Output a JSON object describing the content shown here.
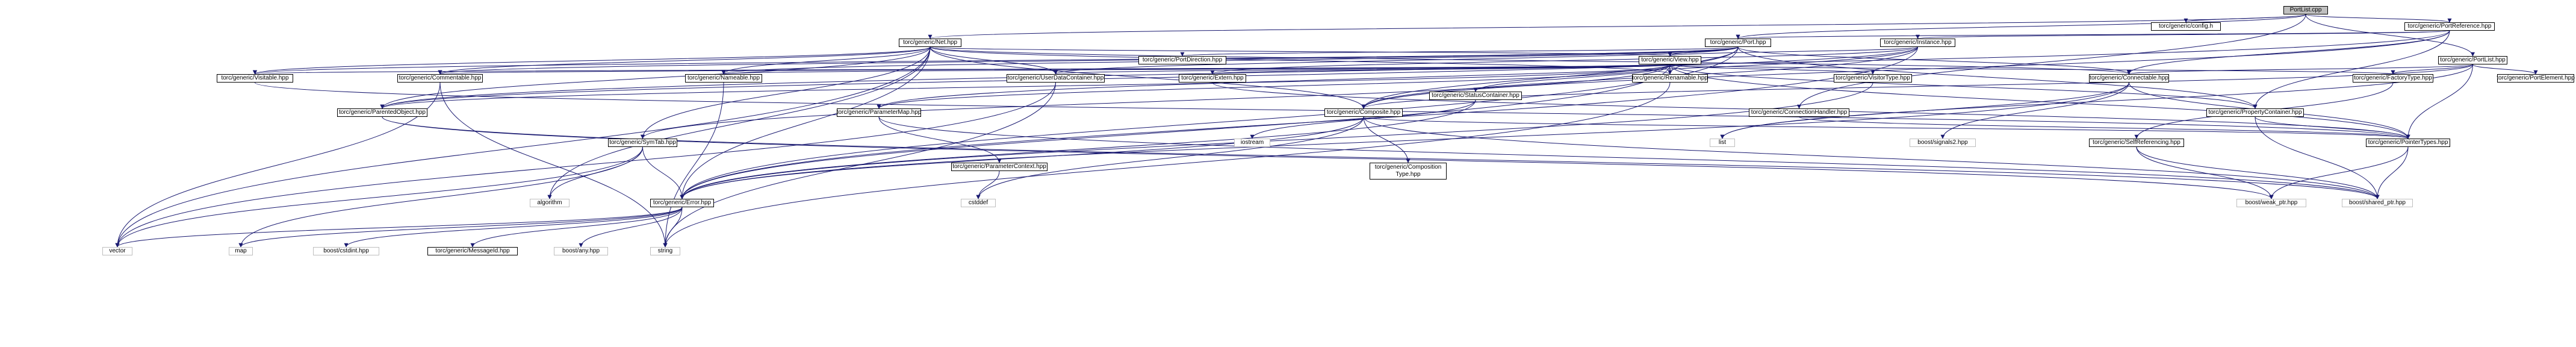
{
  "nodes": {
    "portlist_cpp": "PortList.cpp",
    "config_h": "torc/generic/config.h",
    "port_reference": "torc/generic/PortReference.hpp",
    "net": "torc/generic/Net.hpp",
    "port": "torc/generic/Port.hpp",
    "instance": "torc/generic/Instance.hpp",
    "port_direction": "torc/generic/PortDirection.hpp",
    "view": "torc/generic/View.hpp",
    "port_list": "torc/generic/PortList.hpp",
    "visitable": "torc/generic/Visitable.hpp",
    "commentable": "torc/generic/Commentable.hpp",
    "nameable": "torc/generic/Nameable.hpp",
    "user_data_container": "torc/generic/UserDataContainer.hpp",
    "extern": "torc/generic/Extern.hpp",
    "status_container": "torc/generic/StatusContainer.hpp",
    "renamable": "torc/generic/Renamable.hpp",
    "visitor_type": "torc/generic/VisitorType.hpp",
    "connectable": "torc/generic/Connectable.hpp",
    "factory_type": "torc/generic/FactoryType.hpp",
    "port_element": "torc/generic/PortElement.hpp",
    "property_container": "torc/generic/PropertyContainer.hpp",
    "connection_handler": "torc/generic/ConnectionHandler.hpp",
    "composite": "torc/generic/Composite.hpp",
    "parameter_map": "torc/generic/ParameterMap.hpp",
    "parented_object": "torc/generic/ParentedObject.hpp",
    "symtab": "torc/generic/SymTab.hpp",
    "iostream": "iostream",
    "list": "list",
    "boost_signals2": "boost/signals2.hpp",
    "self_referencing": "torc/generic/SelfReferencing.hpp",
    "pointer_types": "torc/generic/PointerTypes.hpp",
    "composition_type_1": "torc/generic/Composition",
    "composition_type_2": "Type.hpp",
    "parameter_context": "torc/generic/ParameterContext.hpp",
    "algorithm": "algorithm",
    "error": "torc/generic/Error.hpp",
    "boost_weak_ptr": "boost/weak_ptr.hpp",
    "boost_shared_ptr": "boost/shared_ptr.hpp",
    "cstddef": "cstddef",
    "vector": "vector",
    "map": "map",
    "boost_cstdint": "boost/cstdint.hpp",
    "message_id": "torc/generic/MessageId.hpp",
    "boost_any": "boost/any.hpp",
    "string": "string"
  },
  "colors": {
    "edge": "#191970",
    "root_fill": "#bfbfbf",
    "node_border": "#000000",
    "system_border": "#bfbfbf"
  }
}
